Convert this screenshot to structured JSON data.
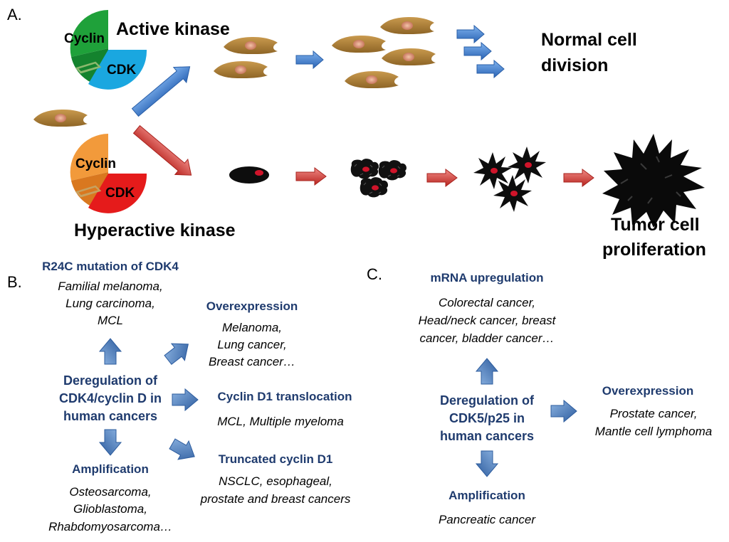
{
  "panel_a": {
    "letter": "A.",
    "active_kinase": {
      "title": "Active kinase",
      "cyclin_label": "Cyclin",
      "cdk_label": "CDK",
      "cyclin_color": "#1fa13a",
      "cdk_color": "#1aa7e0"
    },
    "hyperactive_kinase": {
      "title": "Hyperactive kinase",
      "cyclin_label": "Cyclin",
      "cdk_label": "CDK",
      "cyclin_color": "#f29a3b",
      "cdk_color": "#e51b1b"
    },
    "normal_outcome": [
      "Normal cell",
      "division"
    ],
    "tumor_outcome": [
      "Tumor cell",
      "proliferation"
    ],
    "colors": {
      "normal_arrow": "#3a7fd0",
      "tumor_arrow": "#d23b37",
      "normal_cell": "#b5853b",
      "cell_nucleus": "#e0a38a",
      "tumor_cell": "#111111",
      "tumor_nucleus": "#d0142a"
    }
  },
  "panel_b": {
    "letter": "B.",
    "center": [
      "Deregulation of",
      "CDK4/cyclin D in",
      "human cancers"
    ],
    "r24c": {
      "heading": "R24C mutation of CDK4",
      "items": [
        "Familial melanoma,",
        "Lung carcinoma,",
        "MCL"
      ]
    },
    "overexpression": {
      "heading": "Overexpression",
      "items": [
        "Melanoma,",
        "Lung cancer,",
        "Breast cancer…"
      ]
    },
    "translocation": {
      "heading": "Cyclin D1 translocation",
      "items": [
        "MCL, Multiple myeloma"
      ]
    },
    "truncated": {
      "heading": "Truncated cyclin D1",
      "items": [
        "NSCLC, esophageal,",
        "prostate and breast cancers"
      ]
    },
    "amplification": {
      "heading": "Amplification",
      "items": [
        "Osteosarcoma,",
        "Glioblastoma,",
        "Rhabdomyosarcoma…"
      ]
    }
  },
  "panel_c": {
    "letter": "C.",
    "center": [
      "Deregulation of",
      "CDK5/p25 in",
      "human cancers"
    ],
    "mrna": {
      "heading": "mRNA upregulation",
      "items": [
        "Colorectal cancer,",
        "Head/neck cancer, breast",
        "cancer, bladder cancer…"
      ]
    },
    "overexpression": {
      "heading": "Overexpression",
      "items": [
        "Prostate cancer,",
        "Mantle cell lymphoma"
      ]
    },
    "amplification": {
      "heading": "Amplification",
      "items": [
        "Pancreatic cancer"
      ]
    }
  },
  "colors": {
    "heading_blue": "#1f3b6e",
    "block_arrow": "#3d6fb0"
  }
}
